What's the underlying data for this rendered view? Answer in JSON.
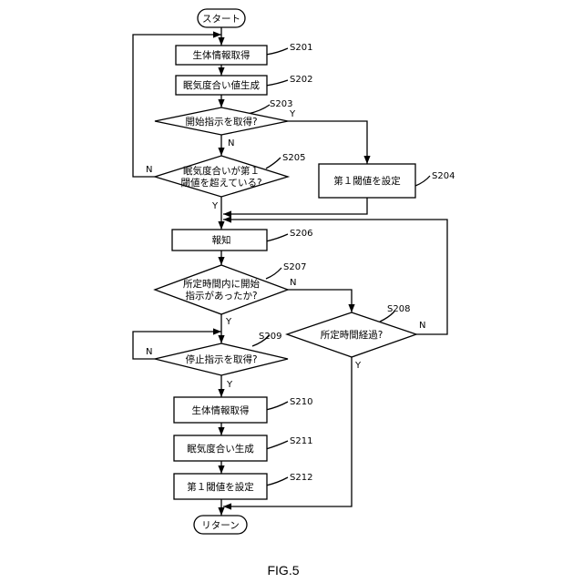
{
  "figure_label": "FIG.5",
  "nodes": {
    "start": "スタート",
    "s201": "生体情報取得",
    "s202": "眠気度合い値生成",
    "s203": "開始指示を取得?",
    "s204": "第１閾値を設定",
    "s205_line1": "眠気度合いが第１",
    "s205_line2": "閾値を超えている?",
    "s206": "報知",
    "s207_line1": "所定時間内に開始",
    "s207_line2": "指示があったか?",
    "s208": "所定時間経過?",
    "s209": "停止指示を取得?",
    "s210": "生体情報取得",
    "s211": "眠気度合い生成",
    "s212": "第１閾値を設定",
    "end": "リターン"
  },
  "step_ids": {
    "s201": "S201",
    "s202": "S202",
    "s203": "S203",
    "s204": "S204",
    "s205": "S205",
    "s206": "S206",
    "s207": "S207",
    "s208": "S208",
    "s209": "S209",
    "s210": "S210",
    "s211": "S211",
    "s212": "S212"
  },
  "branch_labels": {
    "yes": "Y",
    "no": "N"
  }
}
